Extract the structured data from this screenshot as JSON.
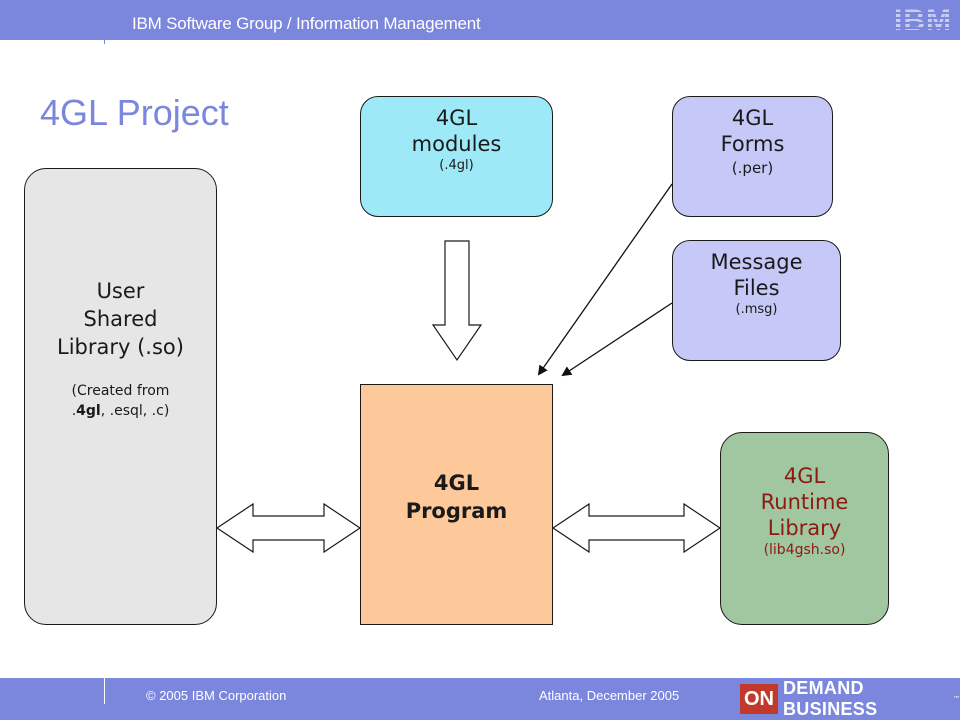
{
  "header": {
    "title": "IBM Software Group / Information Management",
    "logo": "IBM"
  },
  "page_title": "4GL Project",
  "nodes": {
    "modules": {
      "line1": "4GL",
      "line2": "modules",
      "ext": "(.4gl)"
    },
    "forms": {
      "line1": "4GL",
      "line2": "Forms",
      "ext": "(.per)"
    },
    "messages": {
      "line1": "Message",
      "line2": "Files",
      "ext": "(.msg)"
    },
    "library": {
      "line1": "User",
      "line2": "Shared",
      "line3": "Library (.so)",
      "note1": "(Created from",
      "note2_pre": ".",
      "note2_bold": "4gl",
      "note2_post": ", .esql, .c)"
    },
    "program": {
      "line1": "4GL",
      "line2": "Program"
    },
    "runtime": {
      "line1": "4GL",
      "line2": "Runtime",
      "line3": "Library",
      "ext": "(lib4gsh.so)"
    }
  },
  "footer": {
    "copyright": "© 2005 IBM Corporation",
    "event": "Atlanta, December 2005",
    "brand_on": "ON",
    "brand_text": "DEMAND BUSINESS",
    "brand_tm": "™"
  },
  "colors": {
    "header": "#7b86dd",
    "modules": "#9de9f8",
    "forms": "#c6c9f8",
    "library": "#e6e6e6",
    "program": "#fdc99b",
    "runtime": "#a1c7a1",
    "runtime_text": "#8b1a12"
  }
}
